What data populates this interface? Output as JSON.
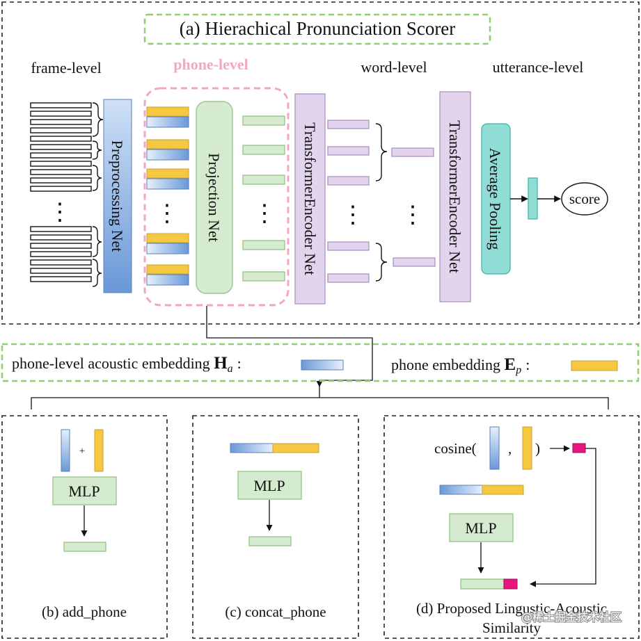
{
  "title": "(a) Hierachical Pronunciation Scorer",
  "levels": {
    "frame": "frame-level",
    "phone": "phone-level",
    "word": "word-level",
    "utterance": "utterance-level"
  },
  "blocks": {
    "preprocessing": "Preprocessing Net",
    "projection": "Projection Net",
    "transformer_phone": "TransformerEncoder Net",
    "transformer_word": "TransformerEncoder Net",
    "pooling": "Average Pooling",
    "score": "score"
  },
  "legend": {
    "acoustic_prefix": "phone-level acoustic embedding ",
    "acoustic_symbol": "H",
    "acoustic_sub": "a",
    "phone_prefix": "phone embedding ",
    "phone_symbol": "E",
    "phone_sub": "p",
    "colon": ":"
  },
  "panels": {
    "b": {
      "caption": "(b)  add_phone",
      "plus": "+",
      "mlp": "MLP"
    },
    "c": {
      "caption": "(c)  concat_phone",
      "mlp": "MLP"
    },
    "d": {
      "caption_line1": "(d) Proposed Lingustic-Acoustic",
      "caption_line2": "Similarity",
      "cosine_open": "cosine(",
      "comma": ",",
      "close": ")",
      "mlp": "MLP"
    }
  },
  "ellipsis": "⋮",
  "watermark": "@稀土掘金技术社区",
  "colors": {
    "acoustic_blue": "#5b8fd6",
    "phone_yellow": "#f5c842",
    "green_fill": "#d5ebcf",
    "green_border": "#8fbf7f",
    "purple_fill": "#e2d4ec",
    "purple_border": "#a88bbd",
    "teal_fill": "#92dcd6",
    "teal_border": "#3ab2a8",
    "pink_dash": "#f2a6c8",
    "green_dash": "#8fcf6f",
    "magenta": "#e8177f"
  }
}
